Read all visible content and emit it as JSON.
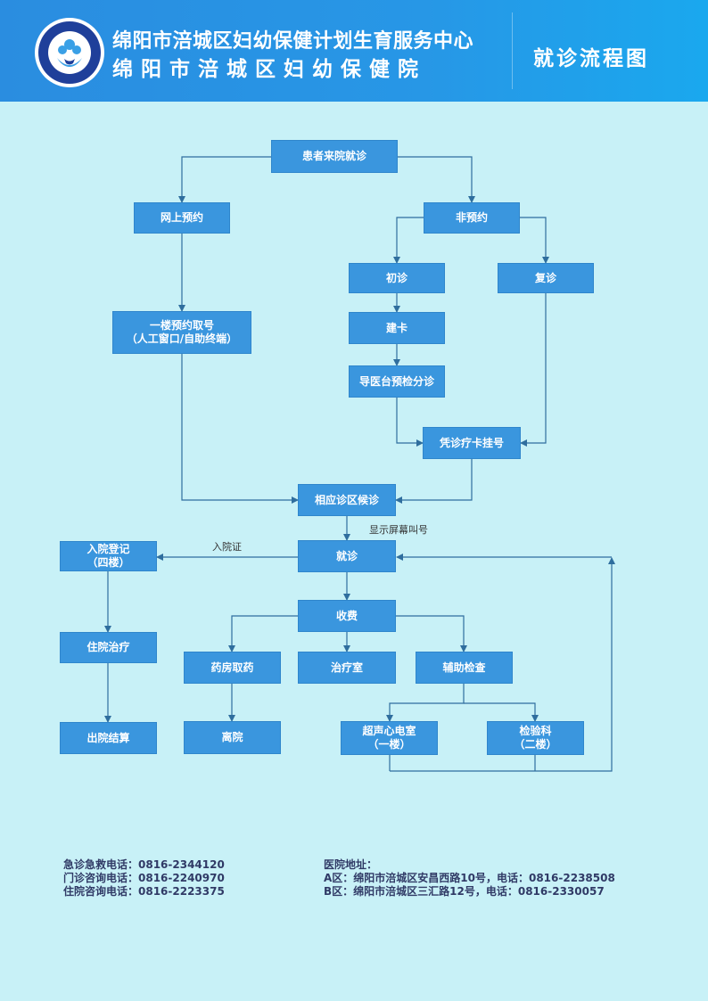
{
  "header": {
    "title_line1": "绵阳市涪城区妇幼保健计划生育服务中心",
    "title_line2": "绵阳市涪城区妇幼保健院",
    "subtitle": "就诊流程图"
  },
  "nodes": {
    "arrive": "患者来院就诊",
    "online": "网上预约",
    "non_appt": "非预约",
    "first_visit": "初诊",
    "revisit": "复诊",
    "appt_pickup": "一楼预约取号\n（人工窗口/自助终端）",
    "create_card": "建卡",
    "triage": "导医台预检分诊",
    "register": "凭诊疗卡挂号",
    "wait": "相应诊区候诊",
    "consult": "就诊",
    "admission": "入院登记\n（四楼）",
    "payment": "收费",
    "inpatient": "住院治疗",
    "pharmacy": "药房取药",
    "treatment_room": "治疗室",
    "aux_exam": "辅助检查",
    "discharge_settle": "出院结算",
    "leave": "离院",
    "ultrasound": "超声心电室\n（一楼）",
    "lab": "检验科\n（二楼）"
  },
  "edge_labels": {
    "admission_cert": "入院证",
    "screen_call": "显示屏幕叫号"
  },
  "contacts": {
    "emergency": "急诊急救电话：0816-2344120",
    "outpatient": "门诊咨询电话：0816-2240970",
    "inpatient": "住院咨询电话：0816-2223375",
    "address_title": "医院地址：",
    "address_a": "A区：绵阳市涪城区安昌西路10号，电话：0816-2238508",
    "address_b": "B区：绵阳市涪城区三汇路12号，电话：0816-2330057"
  },
  "colors": {
    "header_blue": "#2a8de0",
    "node_blue": "#3a96de",
    "background": "#c8f1f7",
    "line": "#2f6e9e"
  }
}
